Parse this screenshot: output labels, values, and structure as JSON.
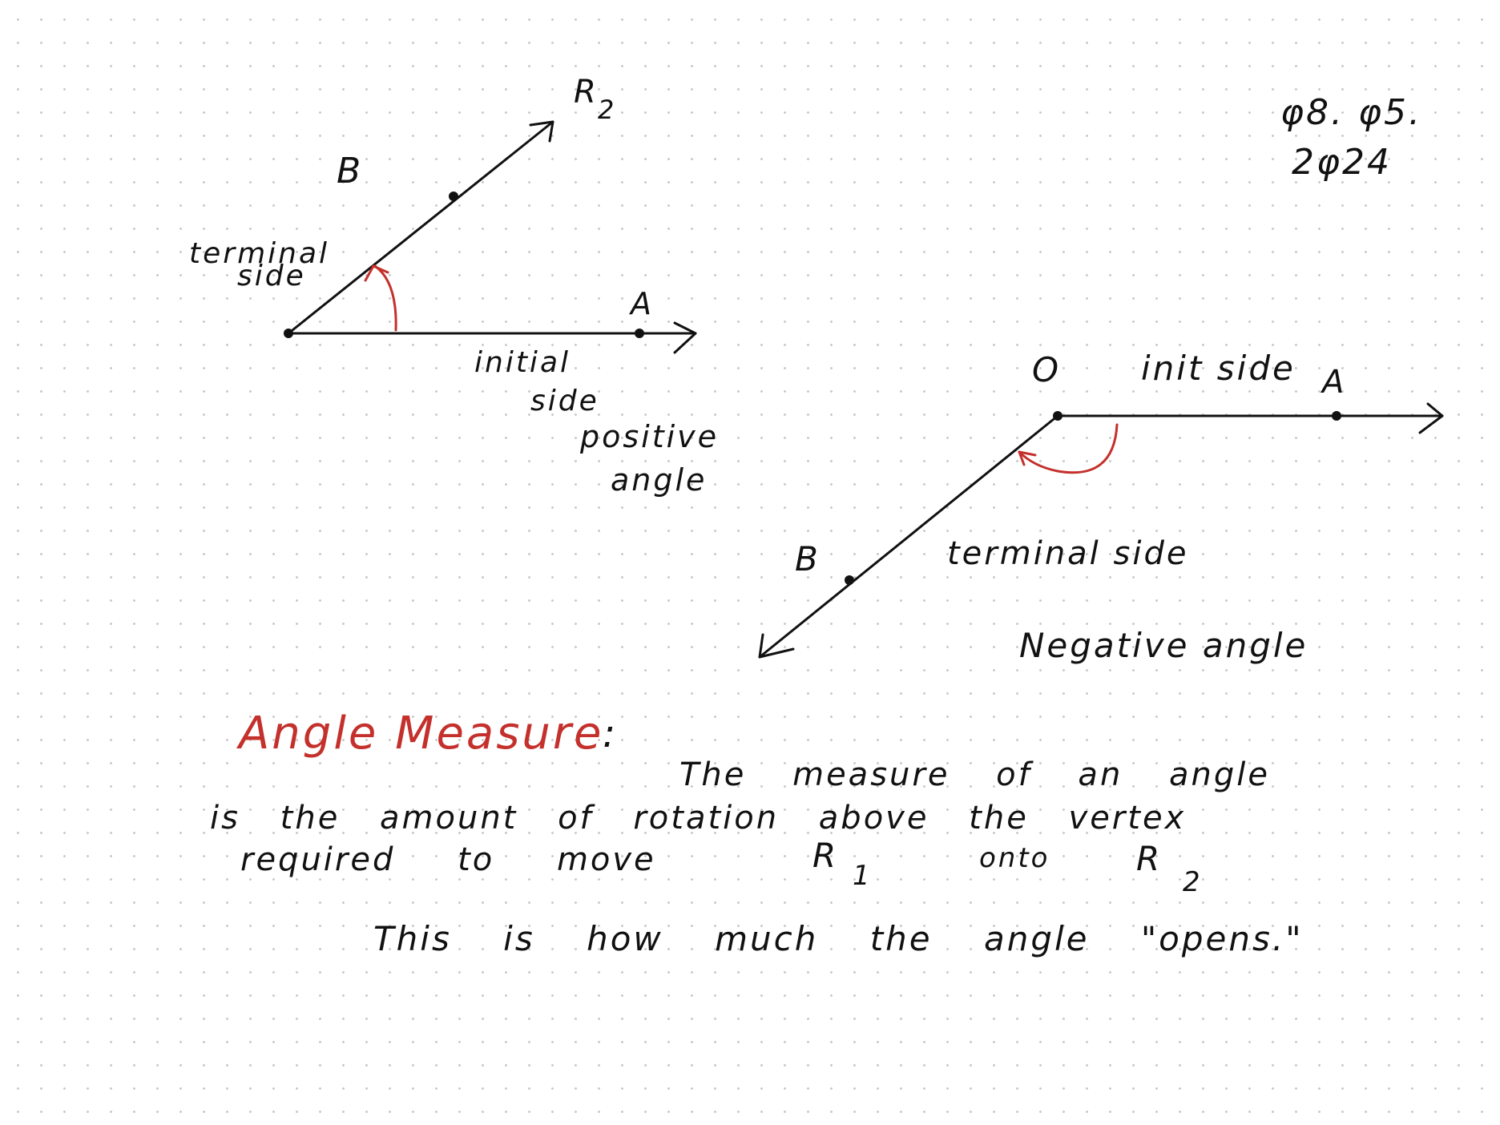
{
  "date": {
    "line1": "φ8. φ5.",
    "line2": "2φ24"
  },
  "positive_angle": {
    "ray_label": "R",
    "ray_label_subscript": "2",
    "point_b": "B",
    "point_a": "A",
    "terminal_side_line1": "terminal",
    "terminal_side_line2": "side",
    "initial_side_line1": "initial",
    "initial_side_line2": "side",
    "caption_line1": "positive",
    "caption_line2": "angle"
  },
  "negative_angle": {
    "vertex": "O",
    "init_side": "init side",
    "point_a": "A",
    "point_b": "B",
    "terminal_side": "terminal side",
    "caption": "Negative angle"
  },
  "definition": {
    "heading": "Angle Measure",
    "colon": ":",
    "line1": "The measure of an angle",
    "line2": "is the amount of rotation above the vertex",
    "line3_a": "required to move",
    "r1": "R",
    "r1_sub": "1",
    "line3_b": "onto",
    "r2": "R",
    "r2_sub": "2",
    "line4": "This is how much the angle \"opens.\""
  },
  "colors": {
    "ink": "#111111",
    "highlight": "#c4302b",
    "grid_dot": "#c9c9c9"
  }
}
